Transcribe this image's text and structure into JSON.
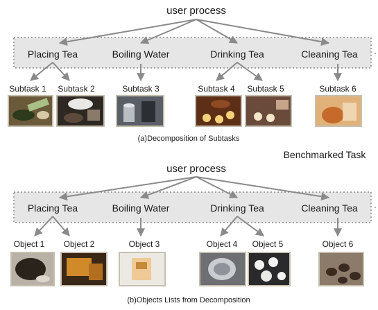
{
  "section_a": {
    "root": "user process",
    "phases": [
      "Placing Tea",
      "Boiling Water",
      "Drinking Tea",
      "Cleaning Tea"
    ],
    "items": [
      "Subtask 1",
      "Subtask 2",
      "Subtask 3",
      "Subtask 4",
      "Subtask 5",
      "Subtask 6"
    ],
    "caption": "(a)Decomposition of Subtasks"
  },
  "side_label": "Benchmarked Task",
  "section_b": {
    "root": "user process",
    "phases": [
      "Placing Tea",
      "Boiling Water",
      "Drinking Tea",
      "Cleaning Tea"
    ],
    "items": [
      "Object 1",
      "Object 2",
      "Object 3",
      "Object 4",
      "Object 5",
      "Object 6"
    ],
    "caption": "(b)Objects Lists from Decomposition"
  },
  "colors": {
    "band_fill": "#e6e6e6",
    "band_border": "#8c8c8c",
    "arrow": "#8a8a8a"
  }
}
